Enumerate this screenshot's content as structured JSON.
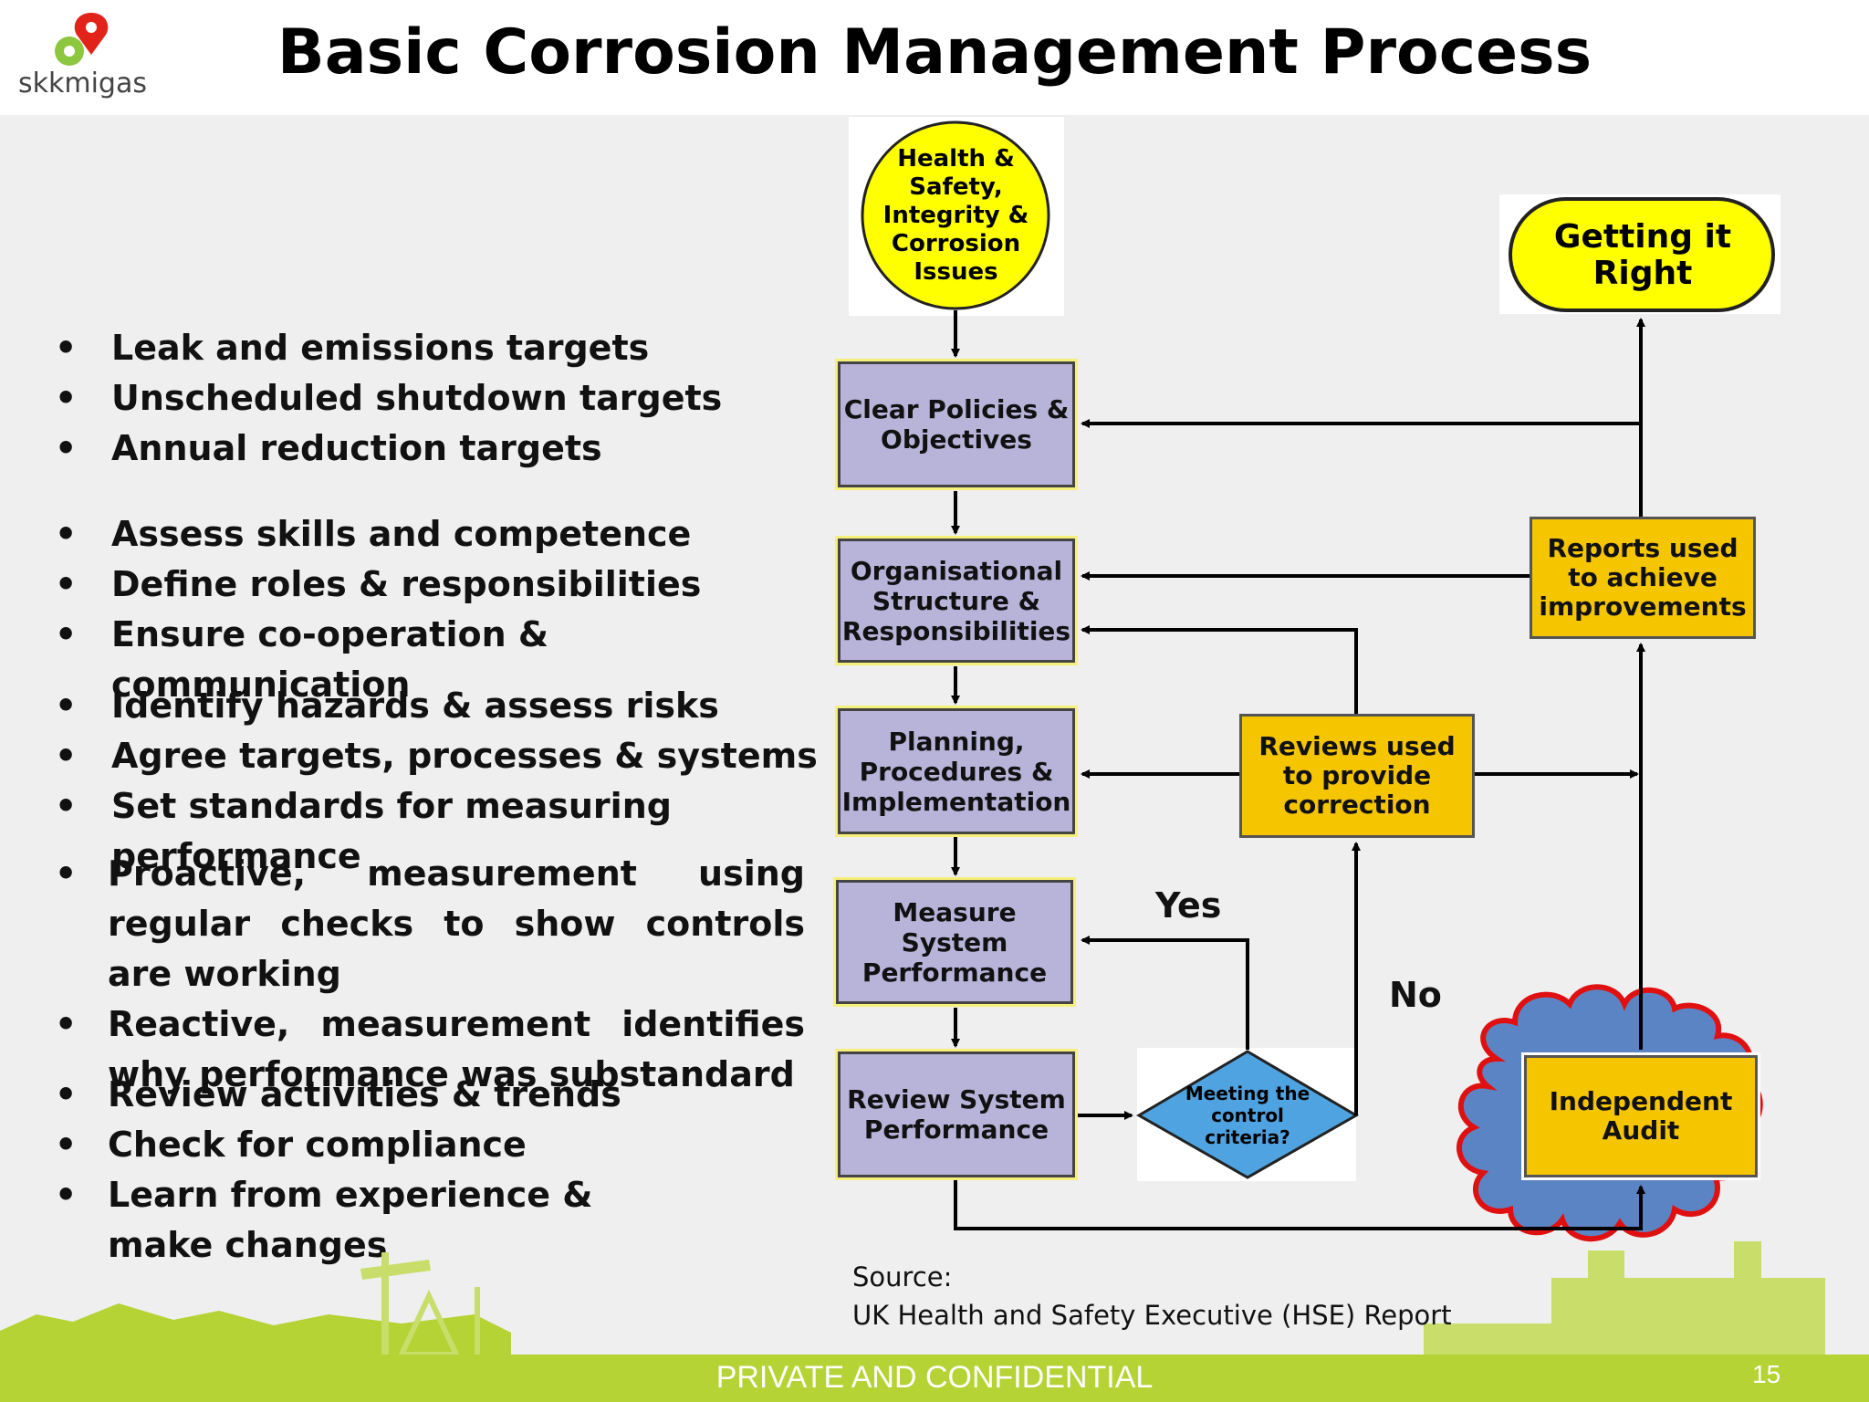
{
  "header": {
    "logo_text": "skkmigas",
    "title": "Basic Corrosion Management Process"
  },
  "bullets": {
    "group1": [
      "Leak and emissions targets",
      "Unscheduled shutdown targets",
      "Annual reduction targets"
    ],
    "group2": [
      "Assess skills and competence",
      "Define roles & responsibilities",
      "Ensure co-operation & communication"
    ],
    "group3": [
      "Identify hazards & assess risks",
      "Agree targets, processes & systems",
      "Set standards for measuring performance"
    ],
    "group4": [
      "Proactive, measurement using regular checks to show controls are working",
      "Reactive, measurement identifies why performance was substandard"
    ],
    "group5": [
      "Review activities & trends",
      "Check for compliance",
      "Learn from experience & make changes"
    ]
  },
  "flowchart": {
    "start": "Health & Safety, Integrity & Corrosion Issues",
    "goal": "Getting it Right",
    "policies": "Clear Policies & Objectives",
    "organisation": "Organisational Structure & Responsibilities",
    "planning": "Planning, Procedures & Implementation",
    "measure": "Measure System Performance",
    "review": "Review System Performance",
    "decision": "Meeting the control criteria?",
    "reviews_correction": "Reviews used to provide correction",
    "reports": "Reports used to achieve improvements",
    "audit": "Independent Audit",
    "yes_label": "Yes",
    "no_label": "No"
  },
  "source": {
    "label": "Source:",
    "text": "UK Health and Safety Executive (HSE) Report"
  },
  "footer": {
    "confidential": "PRIVATE AND CONFIDENTIAL",
    "page": "15"
  },
  "colors": {
    "yellow": "#ffff00",
    "lavender": "#b8b3d9",
    "gold": "#f5c500",
    "decision": "#4fa3e0",
    "cloud": "#5b84c4",
    "cloud_border": "#e01010",
    "footer": "#b5d334",
    "logo_red": "#e2231a",
    "logo_green": "#8dc63f"
  }
}
